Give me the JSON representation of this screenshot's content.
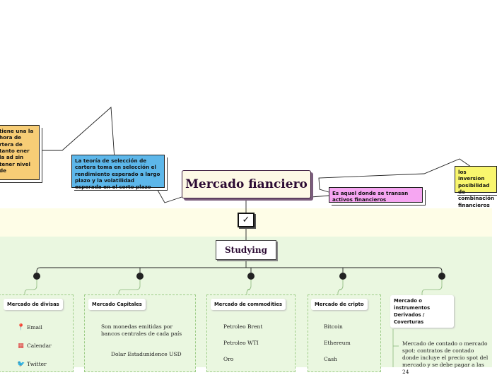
{
  "center": {
    "title": "Mercado fianciero"
  },
  "notes": {
    "orange": "tiene una la hora de rtera de tanto ener la ad sin tener nivel de",
    "blue": "La teoría de selección de cartera toma en selección el rendimiento esperado a largo plazo y la volatilidad esperada en el corto plazo",
    "pink": "Es aquel donde se transan activos financieros",
    "yellow": "los inversion posibilidad de combinación financieros"
  },
  "check_symbol": "✓",
  "studying_label": "Studying",
  "columns": [
    {
      "title": "Mercado de divisas",
      "items": [
        {
          "icon": "email-icon",
          "glyph": "📍",
          "label": "Email"
        },
        {
          "icon": "calendar-icon",
          "glyph": "▦",
          "label": "Calendar"
        },
        {
          "icon": "twitter-icon",
          "glyph": "🐦",
          "label": "Twitter"
        }
      ]
    },
    {
      "title": "Mercado Capitales",
      "description": "Son monedas emitidas por bancos centrales de cada país",
      "sub_item": "Dolar Estadunidence USD"
    },
    {
      "title": "Mercado de commodities",
      "items": [
        "Petroleo Brent",
        "Petroleo WTI",
        "Oro"
      ]
    },
    {
      "title": "Mercado de cripto",
      "items": [
        "Bitcoin",
        "Ethereum",
        "Cash"
      ]
    },
    {
      "title": "Mercado o instrumentos Derivados / Coverturas",
      "title_lines": [
        "Mercado o",
        "instrumentos",
        "Derivados /",
        "Coverturas"
      ],
      "description": "Mercado de contado o mercado spot: contratos de contado donde incluye el precio spot del mercado y se debe pagar a las 24"
    }
  ],
  "colors": {
    "orange_note": "#f7cd76",
    "blue_note": "#5db7ea",
    "pink_note": "#f6a6f2",
    "yellow_note": "#f9f66e",
    "band_yellow": "#fefde7",
    "band_green": "#eaf7e0",
    "title_text": "#2c0b33"
  }
}
